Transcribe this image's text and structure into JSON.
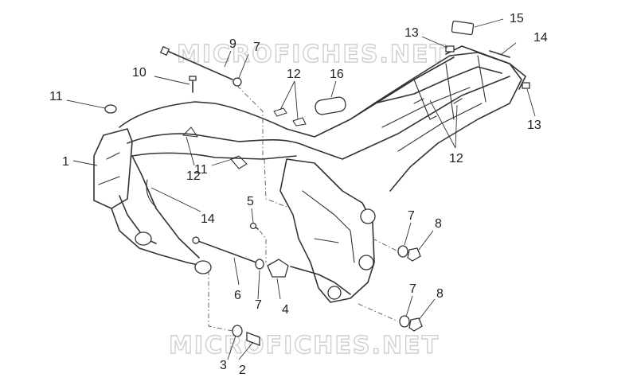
{
  "watermark": {
    "top": "MICROFICHES.NET",
    "bottom": "MICROFICHES.NET"
  },
  "callouts": [
    {
      "text": "1"
    },
    {
      "text": "2"
    },
    {
      "text": "3"
    },
    {
      "text": "4"
    },
    {
      "text": "5"
    },
    {
      "text": "6"
    },
    {
      "text": "7"
    },
    {
      "text": "7"
    },
    {
      "text": "7"
    },
    {
      "text": "7"
    },
    {
      "text": "8"
    },
    {
      "text": "8"
    },
    {
      "text": "9"
    },
    {
      "text": "10"
    },
    {
      "text": "11"
    },
    {
      "text": "11"
    },
    {
      "text": "12"
    },
    {
      "text": "12"
    },
    {
      "text": "12"
    },
    {
      "text": "13"
    },
    {
      "text": "13"
    },
    {
      "text": "14"
    },
    {
      "text": "14"
    },
    {
      "text": "15"
    },
    {
      "text": "16"
    }
  ]
}
